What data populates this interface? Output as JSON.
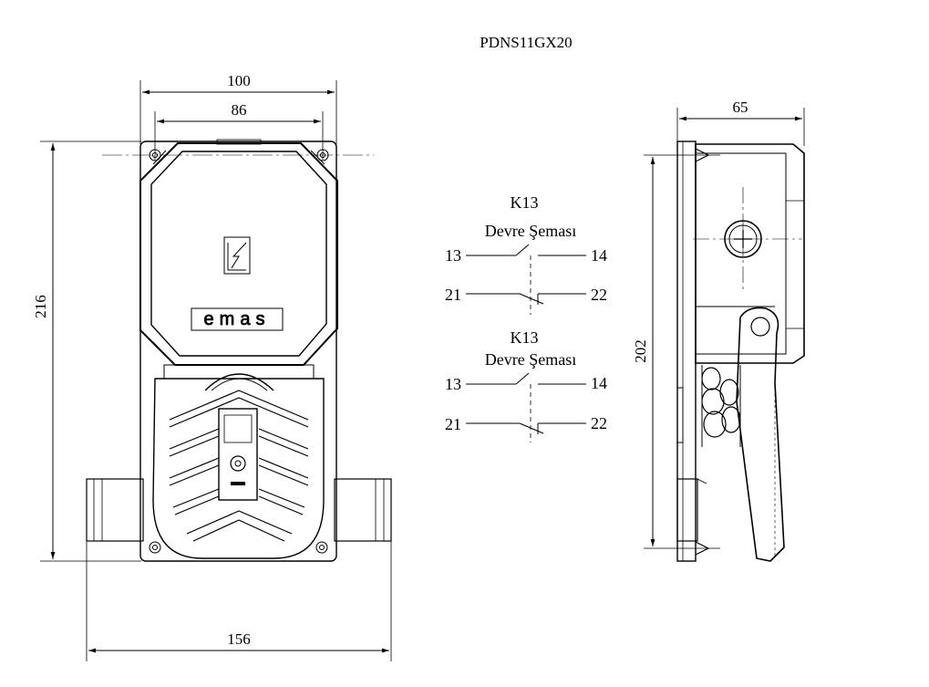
{
  "model": "PDNS11GX20",
  "front_view": {
    "dim_width_outer": "100",
    "dim_width_inner": "86",
    "dim_height": "216",
    "dim_base_width": "156",
    "logo_text": "emas"
  },
  "side_view": {
    "dim_depth": "65",
    "dim_height": "202"
  },
  "schematics": [
    {
      "code": "K13",
      "title": "Devre Şeması",
      "contacts": [
        {
          "left": "13",
          "right": "14"
        },
        {
          "left": "21",
          "right": "22"
        }
      ]
    },
    {
      "code": "K13",
      "title": "Devre Şeması",
      "contacts": [
        {
          "left": "13",
          "right": "14"
        },
        {
          "left": "21",
          "right": "22"
        }
      ]
    }
  ]
}
